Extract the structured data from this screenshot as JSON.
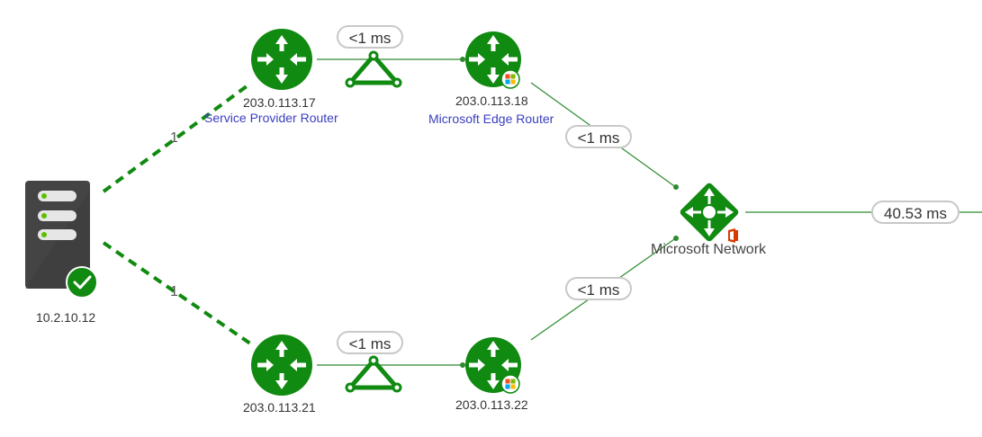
{
  "colors": {
    "node": "#108a10",
    "link": "#2e8b2e",
    "label_blue": "#3a3fbf",
    "server": "#444444"
  },
  "source": {
    "ip": "10.2.10.12",
    "icon": "server-icon",
    "status_icon": "check-icon"
  },
  "hops": {
    "top": "1",
    "bottom": "1"
  },
  "routers": [
    {
      "id": "r1",
      "ip": "203.0.113.17",
      "role": "Service Provider Router",
      "icon": "router-icon"
    },
    {
      "id": "r2",
      "ip": "203.0.113.18",
      "role": "Microsoft Edge Router",
      "icon": "router-icon",
      "badge": "microsoft-logo-icon"
    },
    {
      "id": "r3",
      "ip": "203.0.113.21",
      "role": "",
      "icon": "router-icon"
    },
    {
      "id": "r4",
      "ip": "203.0.113.22",
      "role": "",
      "icon": "router-icon",
      "badge": "microsoft-logo-icon"
    }
  ],
  "microsoft_network": {
    "label": "Microsoft Network",
    "icon": "network-hub-icon",
    "badge": "office-icon"
  },
  "latencies": {
    "r1_r2": "<1 ms",
    "r2_net": "<1 ms",
    "r3_r4": "<1 ms",
    "r4_net": "<1 ms",
    "net_out": "40.53 ms"
  }
}
